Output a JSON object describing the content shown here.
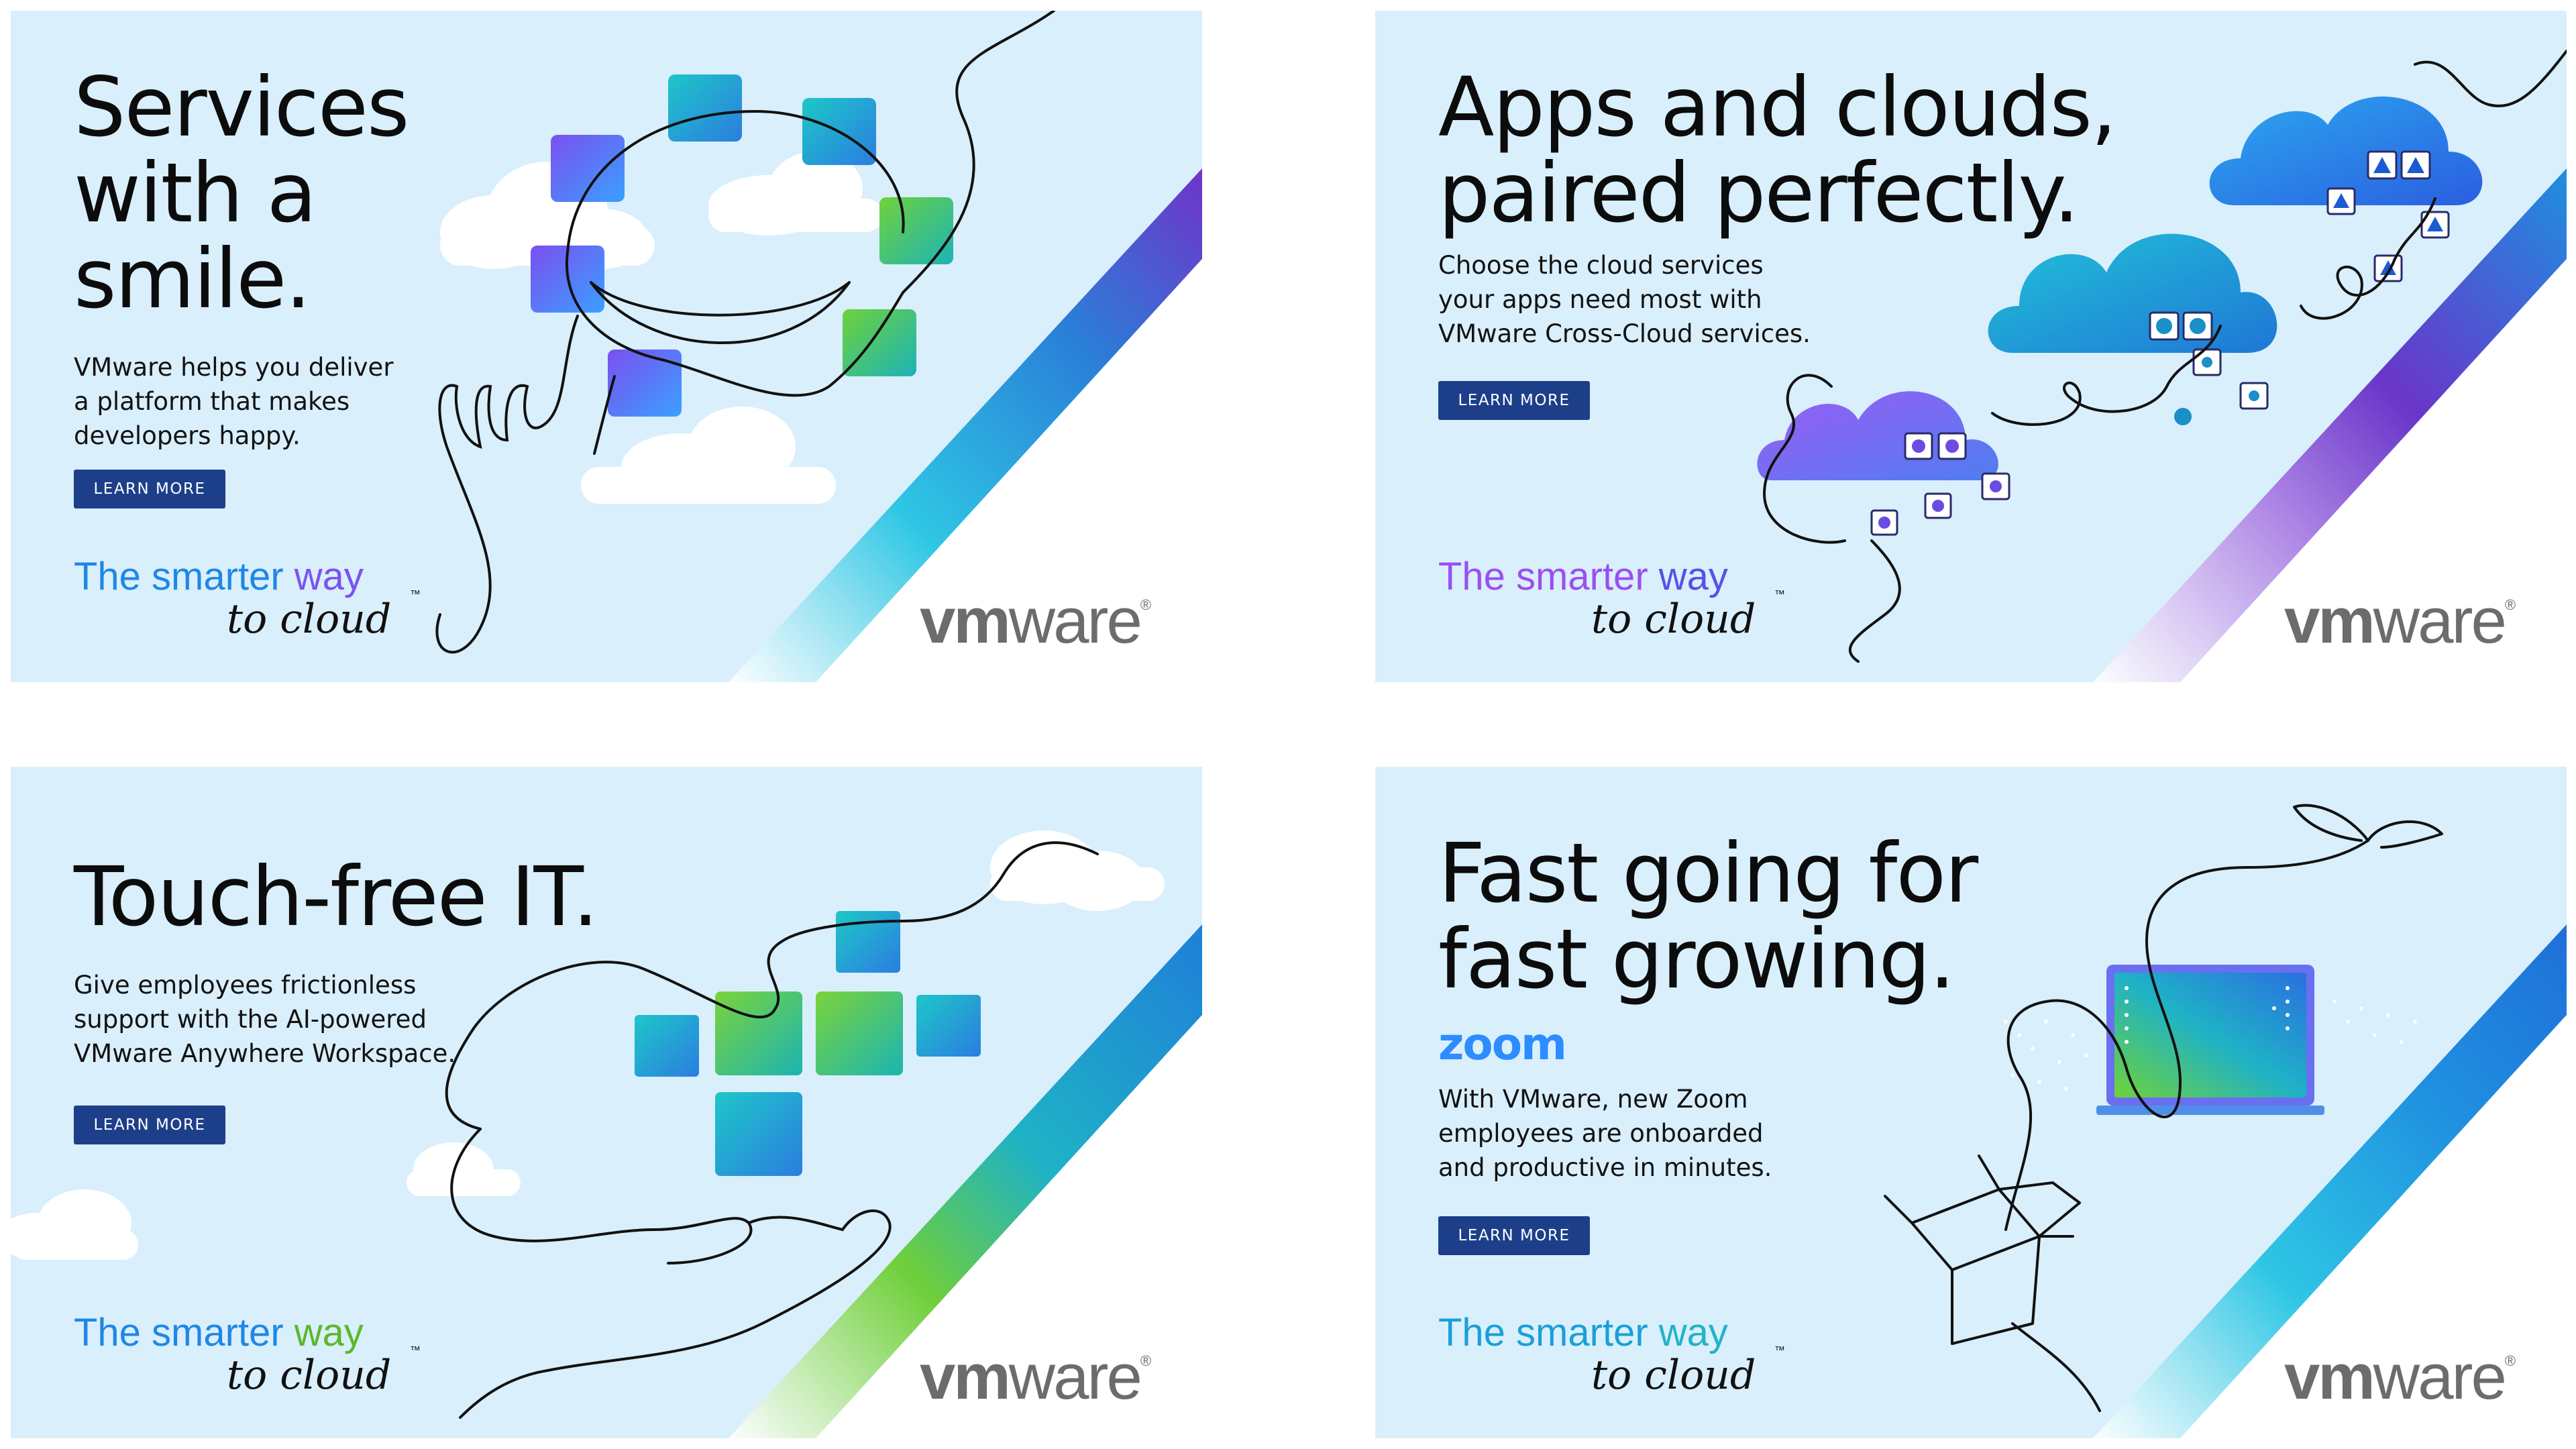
{
  "colors": {
    "card_bg": "#d9effb",
    "button_bg": "#1d3f8a",
    "logo_gray": "#6c6c6c",
    "zoom_blue": "#2d8cff"
  },
  "logo": {
    "vm": "vm",
    "ware": "ware",
    "reg": "®"
  },
  "cards": [
    {
      "headline": "Services\nwith a\nsmile.",
      "body": "VMware helps you deliver\na platform that makes\ndevelopers happy.",
      "cta": "LEARN MORE",
      "tag_a": "The smarter ",
      "tag_b": "way",
      "tag_script": "to cloud",
      "tm": "™",
      "tag_colors": [
        "#1f87e6",
        "#7b53f0"
      ]
    },
    {
      "headline": "Apps and clouds,\npaired perfectly.",
      "body": "Choose the cloud services\nyour apps need most with\nVMware Cross-Cloud services.",
      "cta": "LEARN MORE",
      "tag_a": "The smarter ",
      "tag_b": "way",
      "tag_script": "to cloud",
      "tm": "™",
      "tag_colors": [
        "#9a4ff0",
        "#5a4fe8"
      ]
    },
    {
      "headline": "Touch-free IT.",
      "body": "Give employees frictionless\nsupport with the AI-powered\nVMware Anywhere Workspace.",
      "cta": "LEARN MORE",
      "tag_a": "The smarter ",
      "tag_b": "way",
      "tag_script": "to cloud",
      "tm": "™",
      "tag_colors": [
        "#1f87e6",
        "#5cb82b"
      ]
    },
    {
      "headline": "Fast going for\nfast growing.",
      "brand": "zoom",
      "body": "With VMware, new Zoom\nemployees are onboarded\nand productive in minutes.",
      "cta": "LEARN MORE",
      "tag_a": "The smarter ",
      "tag_b": "way",
      "tag_script": "to cloud",
      "tm": "™",
      "tag_colors": [
        "#1b9fd8",
        "#21b3c9"
      ]
    }
  ]
}
